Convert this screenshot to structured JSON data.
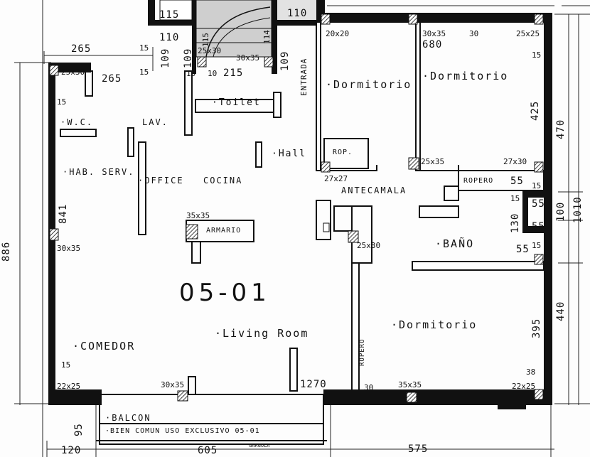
{
  "unit_code": "05-01",
  "rooms": {
    "dormitorio_1": "·Dormitorio",
    "dormitorio_2": "·Dormitorio",
    "dormitorio_3": "·Dormitorio",
    "toilet": "·Toilet",
    "wc": "·W.C.",
    "lav": "LAV.",
    "hab_serv": "·HAB. SERV.",
    "office": "·OFFICE",
    "cocina": "COCINA",
    "hall": "·Hall",
    "antecamara": "ANTECAMALA",
    "ropero": "ROPERO",
    "rop": "ROP.",
    "armario": "ARMARIO",
    "bano": "·BAÑO",
    "living": "·Living Room",
    "comedor": "·COMEDOR",
    "ropero_v": "ROPERO",
    "entrada": "ENTRADA",
    "balcon": "·BALCON",
    "bien_comun": "·BIEN COMUN USO EXCLUSIVO 05-01",
    "gargola": "GARGOLA"
  },
  "dimensions": {
    "d115": "115",
    "d110_top": "110",
    "d110_left": "110",
    "d265_top": "265",
    "d15_a": "15",
    "d15_b": "15",
    "d109_a": "109",
    "d109_b": "109",
    "d265_mid": "265",
    "c25x30": "25x30",
    "d115_v": "115",
    "d114_v": "114",
    "c25x30_stair": "25x30",
    "c30x35_stair": "30x35",
    "d215": "215",
    "d10_a": "10",
    "d109_v2": "109",
    "d10_b": "10",
    "c20x20": "20x20",
    "c30x35_top": "30x35",
    "d30": "30",
    "c25x25_tr": "25x25",
    "d680": "680",
    "d15_c": "15",
    "d15_left": "15",
    "d425": "425",
    "c27x30": "27x30",
    "c25x35_mid": "25x35",
    "c27x27": "27x27",
    "d55_a": "55",
    "d15_d": "15",
    "d15_e": "15",
    "d55_b": "55",
    "d55_c": "55",
    "d100": "100",
    "d130": "130",
    "d55_d": "55",
    "d15_f": "15",
    "c35x35": "35x35",
    "d841": "841",
    "c30x35_left": "30x35",
    "c25x30_mid": "25x30",
    "d395": "395",
    "d15_g": "15",
    "d38": "38",
    "c22x25_l": "22x25",
    "c30x35_bot": "30x35",
    "d1270": "1270",
    "d30_b": "30",
    "c35x35_bot": "35x35",
    "c22x25_r": "22x25",
    "d886": "886",
    "d470": "470",
    "d1010": "1010",
    "d440": "440",
    "d95": "95",
    "d120": "120",
    "d605": "605",
    "d575": "575"
  }
}
